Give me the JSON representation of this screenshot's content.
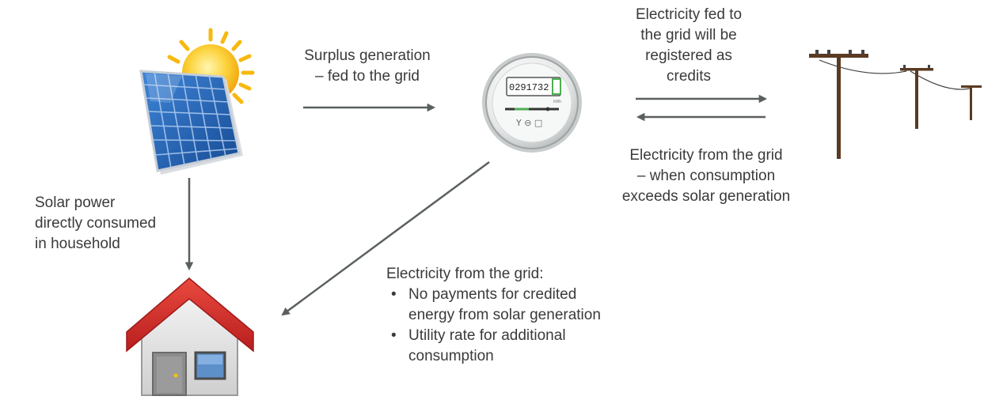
{
  "labels": {
    "surplus": [
      "Surplus generation",
      "– fed to the grid"
    ],
    "fed_credits": [
      "Electricity fed to",
      "the grid will be",
      "registered as",
      "credits"
    ],
    "from_grid": [
      "Electricity from the grid",
      "– when consumption",
      "exceeds solar generation"
    ],
    "direct": [
      "Solar power",
      "directly consumed",
      "in household"
    ]
  },
  "note": {
    "heading": "Electricity from the grid:",
    "bullets": [
      [
        "No payments for credited",
        "energy from solar generation"
      ],
      [
        "Utility rate for additional",
        "consumption"
      ]
    ]
  },
  "meter": {
    "counter": "0291732",
    "unit": "kWh"
  },
  "icons": [
    "solar-panel-icon",
    "sun-icon",
    "electricity-meter-icon",
    "utility-poles-icon",
    "house-icon"
  ],
  "colors": {
    "arrow": "#5a605d",
    "text": "#3a3a3a",
    "roof": "#d62b2b",
    "panel": "#1f5fb2",
    "sun": "#f7b90e"
  }
}
